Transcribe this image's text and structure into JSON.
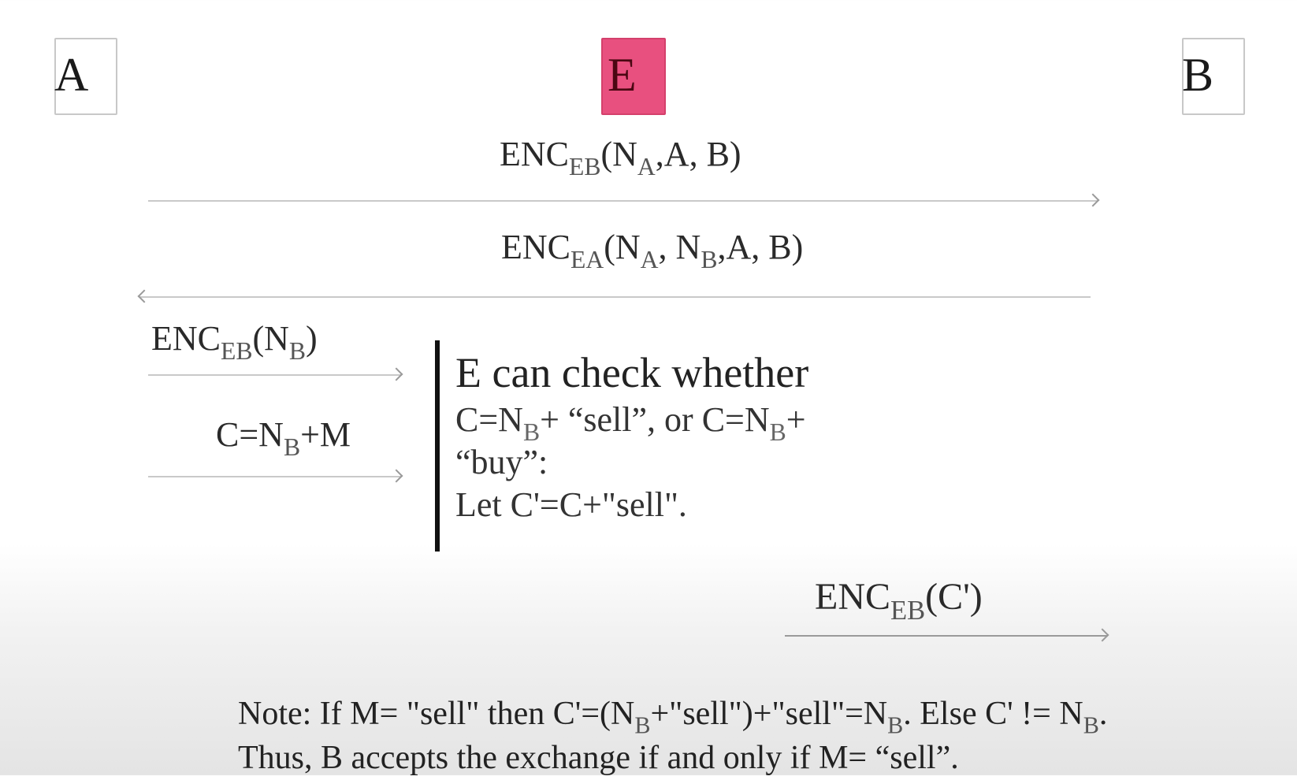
{
  "parties": {
    "a": {
      "label": "A"
    },
    "e": {
      "label": "E",
      "color": "#e8507f"
    },
    "b": {
      "label": "B"
    }
  },
  "messages": [
    {
      "id": "m1",
      "direction": "A→B (intercepted by E)",
      "parts": [
        {
          "base": "ENC",
          "sub": "EB"
        },
        {
          "base": "(N",
          "sub": "A"
        },
        {
          "base": ",A, B)",
          "sub": ""
        }
      ]
    },
    {
      "id": "m2",
      "direction": "B→A",
      "parts": [
        {
          "base": "ENC",
          "sub": "EA"
        },
        {
          "base": "(N",
          "sub": "A"
        },
        {
          "base": ", N",
          "sub": "B"
        },
        {
          "base": ",A, B)",
          "sub": ""
        }
      ]
    },
    {
      "id": "m3",
      "direction": "A→E",
      "parts": [
        {
          "base": "ENC",
          "sub": "EB"
        },
        {
          "base": "(N",
          "sub": "B"
        },
        {
          "base": ")",
          "sub": ""
        }
      ]
    },
    {
      "id": "m4",
      "direction": "A→E",
      "parts": [
        {
          "base": "C=N",
          "sub": "B"
        },
        {
          "base": "+M",
          "sub": ""
        }
      ]
    },
    {
      "id": "m5",
      "direction": "E→B",
      "parts": [
        {
          "base": "ENC",
          "sub": "EB"
        },
        {
          "base": "(C')",
          "sub": ""
        }
      ]
    }
  ],
  "check_block": {
    "title": "E can check whether",
    "line1": [
      {
        "base": "C=N",
        "sub": "B"
      },
      {
        "base": "+ “sell”, or C=N",
        "sub": "B"
      },
      {
        "base": "+",
        "sub": ""
      }
    ],
    "line2": "“buy”:",
    "line3": "Let C'=C+\"sell\"."
  },
  "note": {
    "line1": [
      {
        "base": "Note: If M= \"sell\" then C'=(N",
        "sub": "B"
      },
      {
        "base": "+\"sell\")+\"sell\"=N",
        "sub": "B"
      },
      {
        "base": ". Else C' != N",
        "sub": "B"
      },
      {
        "base": ".",
        "sub": ""
      }
    ],
    "line2": "Thus, B accepts the exchange  if and only if  M= “sell”."
  }
}
